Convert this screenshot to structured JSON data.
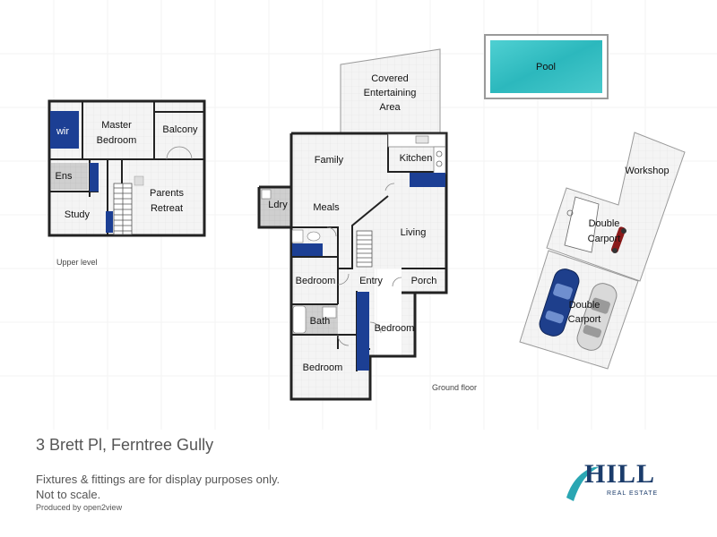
{
  "address": "3 Brett Pl, Ferntree Gully",
  "disclaimer": [
    "Fixtures & fittings are for display purposes only.",
    "Not to scale."
  ],
  "producer": "Produced by open2view",
  "logo": {
    "text": "HILL",
    "tagline": "REAL ESTATE",
    "color": "#1b3c6b",
    "accent": "#2aa6b3"
  },
  "levels": {
    "upper": "Upper level",
    "ground": "Ground floor"
  },
  "rooms": {
    "wir": "wir",
    "master_bedroom": [
      "Master",
      "Bedroom"
    ],
    "balcony": "Balcony",
    "ens": "Ens",
    "parents_retreat": [
      "Parents",
      "Retreat"
    ],
    "study": "Study",
    "covered_entertaining": [
      "Covered",
      "Entertaining",
      "Area"
    ],
    "pool": "Pool",
    "family": "Family",
    "kitchen": "Kitchen",
    "ldry": "Ldry",
    "meals": "Meals",
    "living": "Living",
    "workshop": "Workshop",
    "double_carport_upper": [
      "Double",
      "Carport"
    ],
    "double_carport_lower": [
      "Double",
      "Carport"
    ],
    "bedroom_a": "Bedroom",
    "entry": "Entry",
    "porch": "Porch",
    "bath": "Bath",
    "bedroom_b": "Bedroom",
    "bedroom_c": "Bedroom"
  },
  "colors": {
    "wall": "#222222",
    "cabinet": "#1c3f94",
    "pool": "#33c3c7",
    "floor": "#f4f4f4"
  }
}
